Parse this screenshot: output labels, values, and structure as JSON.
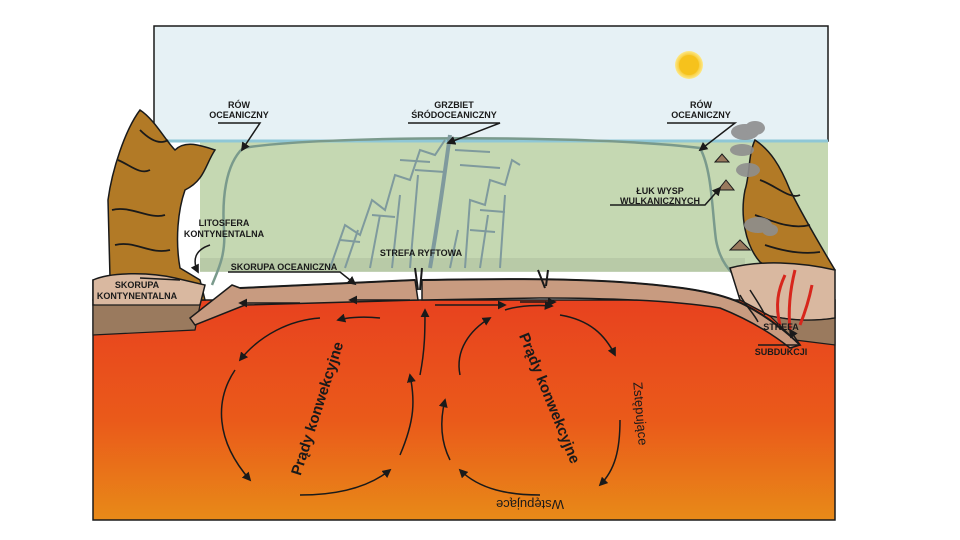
{
  "labels": {
    "trench_left": [
      "RÓW",
      "OCEANICZNY"
    ],
    "ridge": [
      "GRZBIET",
      "ŚRÓDOCEANICZNY"
    ],
    "trench_right": [
      "RÓW",
      "OCEANICZNY"
    ],
    "continental_lithosphere": [
      "LITOSFERA",
      "KONTYNENTALNA"
    ],
    "island_arc": [
      "ŁUK WYSP",
      "WULKANICZNYCH"
    ],
    "continental_crust": [
      "SKORUPA",
      "KONTYNENTALNA"
    ],
    "oceanic_crust": "SKORUPA OCEANICZNA",
    "rift_zone": "STREFA RYFTOWA",
    "subduction_zone": [
      "STREFA",
      "SUBDUKCJI"
    ],
    "convection_left": "Prądy konwekcyjne",
    "convection_right": "Prądy konwekcyjne",
    "descending": "Zstępujące",
    "ascending": "Wstępujące"
  },
  "icons": {
    "sun": "sun-icon",
    "smoke": "smoke-cloud-icon",
    "volcano": "volcano-island-icon"
  },
  "colors": {
    "sky": "#e6f1f5",
    "ocean": "#c5d8b2",
    "oceanic_crust": "#c89b80",
    "continent_rock": "#b27a26",
    "mantle_top": "#e8421f",
    "mantle_bottom": "#e88a18",
    "sun": "#f6c21c",
    "fault": "#7f9a9d",
    "smoke": "#8e8e8e"
  }
}
